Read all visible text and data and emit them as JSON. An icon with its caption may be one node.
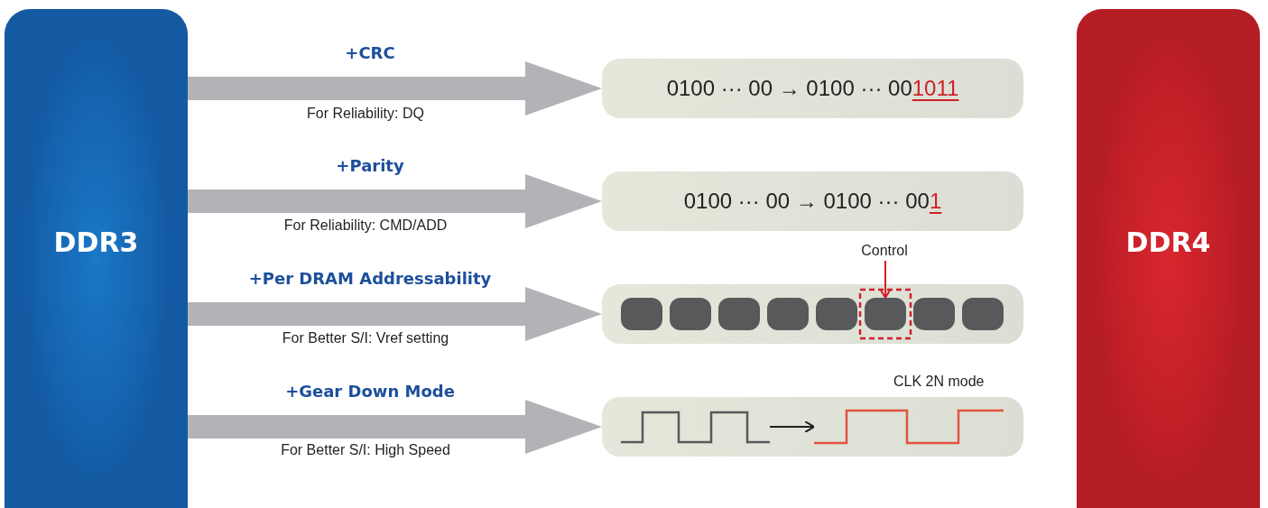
{
  "diagram": {
    "nodes": [
      {
        "text": [
          "DDR3"
        ]
      },
      {
        "text": [
          "DDR4"
        ]
      },
      {
        "text": [
          "0100 ··· 00 → 0100 ··· 00",
          "1011"
        ]
      },
      {
        "text": [
          "0100 ··· 00 → 0100 ··· 00",
          "1"
        ]
      },
      {
        "text": [],
        "shape": "bar"
      },
      {
        "text": [],
        "shape": "box",
        "in": 4
      },
      {
        "text": [],
        "shape": "box",
        "in": 4
      },
      {
        "text": [],
        "shape": "box",
        "in": 4
      },
      {
        "text": [],
        "shape": "box",
        "in": 4
      },
      {
        "text": [],
        "shape": "box",
        "in": 4
      },
      {
        "text": [],
        "shape": "box",
        "in": 4
      },
      {
        "text": [],
        "shape": "box",
        "in": 4
      },
      {
        "text": [],
        "shape": "box",
        "in": 4
      },
      {
        "text": [
          "Control"
        ]
      },
      {
        "text": [],
        "shape": "bar",
        "beside": [
          "CLK 2N mode"
        ]
      },
      {
        "text": [],
        "shape": "picture",
        "in": 14
      },
      {
        "text": [],
        "shape": "picture",
        "in": 14
      }
    ],
    "edges": [
      {
        "from": 0,
        "to": 2,
        "arrow": "to",
        "label": "+CRC",
        "style": "thick"
      },
      {
        "from": 0,
        "to": 3,
        "arrow": "to",
        "label": "+Parity",
        "style": "thick"
      },
      {
        "from": 0,
        "to": 4,
        "arrow": "to",
        "label": "+Per DRAM Addressability",
        "style": "thick"
      },
      {
        "from": 0,
        "to": 14,
        "arrow": "to",
        "label": "+Gear Down Mode",
        "style": "thick"
      },
      {
        "from": 13,
        "to": 10,
        "arrow": "to",
        "color": "#d0202a"
      },
      {
        "from": 15,
        "to": 16,
        "arrow": "to",
        "color": "#231f20"
      }
    ],
    "labels": [
      "For Reliability: DQ",
      "For Reliability: CMD/ADD",
      "For Better S/I: Vref setting",
      "For Better S/I: High Speed"
    ]
  }
}
